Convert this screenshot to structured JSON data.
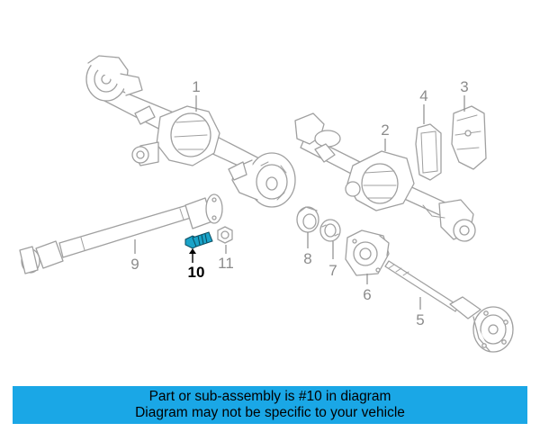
{
  "callouts": {
    "p1": "1",
    "p2": "2",
    "p3": "3",
    "p4": "4",
    "p5": "5",
    "p6": "6",
    "p7": "7",
    "p8": "8",
    "p9": "9",
    "p10": "10",
    "p11": "11"
  },
  "highlight_part": "10",
  "highlight_color": "#1aa3c8",
  "banner": {
    "line1": "Part or sub-assembly is #10 in diagram",
    "line2": "Diagram may not be specific to your vehicle",
    "background": "#1aa7e6"
  }
}
